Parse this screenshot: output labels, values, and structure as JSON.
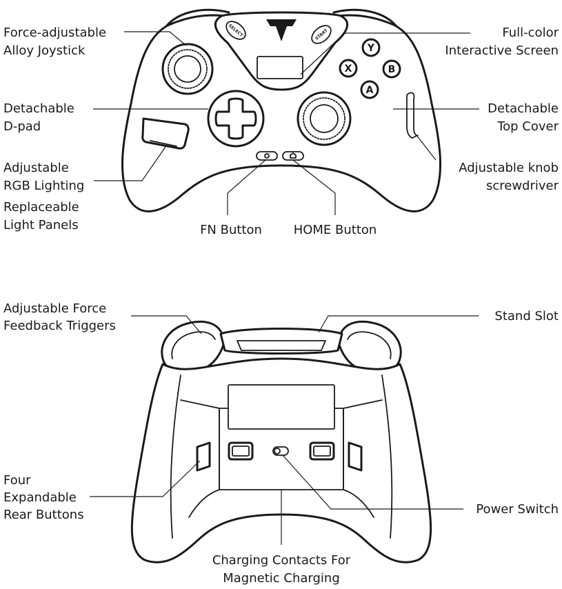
{
  "front": {
    "joystick_label": [
      "Force-adjustable",
      "Alloy Joystick"
    ],
    "screen_label": [
      "Full-color",
      "Interactive Screen"
    ],
    "dpad_label": [
      "Detachable",
      "D-pad"
    ],
    "top_cover_label": [
      "Detachable",
      "Top Cover"
    ],
    "rgb_label": [
      "Adjustable",
      "RGB Lighting"
    ],
    "knob_label": [
      "Adjustable knob",
      "screwdriver"
    ],
    "panels_label": [
      "Replaceable",
      "Light Panels"
    ],
    "fn_label": "FN Button",
    "home_label": "HOME Button",
    "select_text": "SELECT",
    "start_text": "START",
    "face_buttons": {
      "y": "Y",
      "x": "X",
      "b": "B",
      "a": "A"
    }
  },
  "back": {
    "triggers_label": [
      "Adjustable Force",
      "Feedback Triggers"
    ],
    "stand_label": "Stand Slot",
    "rear_buttons_label": [
      "Four",
      "Expandable",
      "Rear Buttons"
    ],
    "power_label": "Power Switch",
    "charging_label": [
      "Charging Contacts For",
      "Magnetic Charging"
    ]
  }
}
